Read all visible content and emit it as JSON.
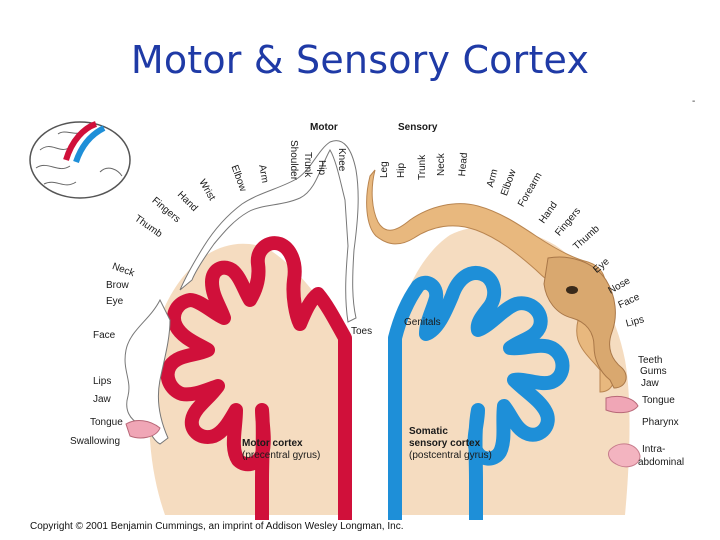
{
  "title": "Motor & Sensory Cortex",
  "slide_mark": "-",
  "headers": {
    "motor": "Motor",
    "sensory": "Sensory"
  },
  "motor_labels": {
    "knee": "Knee",
    "hip": "Hip",
    "trunk": "Trunk",
    "shoulder": "Shoulder",
    "arm": "Arm",
    "elbow": "Elbow",
    "wrist": "Wrist",
    "hand": "Hand",
    "fingers": "Fingers",
    "thumb": "Thumb",
    "neck": "Neck",
    "brow": "Brow",
    "eye": "Eye",
    "face": "Face",
    "lips": "Lips",
    "jaw": "Jaw",
    "tongue": "Tongue",
    "swallowing": "Swallowing",
    "toes": "Toes"
  },
  "sensory_labels": {
    "leg": "Leg",
    "hip": "Hip",
    "trunk": "Trunk",
    "neck": "Neck",
    "head": "Head",
    "arm": "Arm",
    "elbow": "Elbow",
    "forearm": "Forearm",
    "hand": "Hand",
    "fingers": "Fingers",
    "thumb": "Thumb",
    "eye": "Eye",
    "nose": "Nose",
    "face": "Face",
    "lips": "Lips",
    "genitals": "Genitals",
    "teeth": "Teeth",
    "gums": "Gums",
    "jaw": "Jaw",
    "tongue": "Tongue",
    "pharynx": "Pharynx",
    "intra": "Intra-",
    "abdominal": "abdominal"
  },
  "motor_cortex": {
    "name": "Motor cortex",
    "sub": "(precentral gyrus)"
  },
  "sensory_cortex": {
    "name1": "Somatic",
    "name2": "sensory cortex",
    "sub": "(postcentral gyrus)"
  },
  "copyright": "Copyright © 2001 Benjamin Cummings, an imprint of Addison Wesley Longman, Inc.",
  "colors": {
    "motor": "#d0103a",
    "sensory": "#1e8fd8",
    "brain_bg": "#f5dcc0",
    "title": "#1f3aa6",
    "skin": "#e8b87e"
  }
}
